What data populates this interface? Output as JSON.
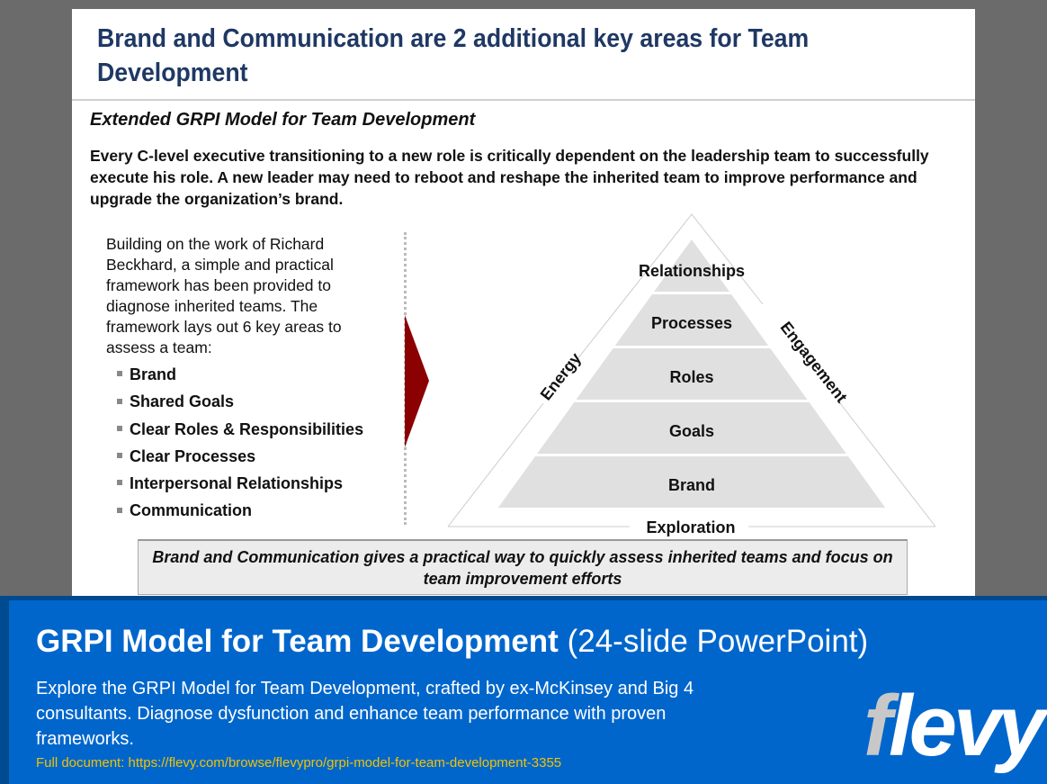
{
  "slide": {
    "title": "Brand and Communication are 2 additional key areas for Team Development",
    "subtitle": "Extended GRPI Model for Team Development",
    "intro": "Every C-level executive transitioning to a new role is critically dependent on the leadership team to successfully execute his role.  A new leader may need to reboot and reshape the inherited team to improve performance and upgrade the organization’s brand.",
    "body": "Building on the work of Richard Beckhard, a simple and practical framework has been provided to diagnose inherited teams. The framework lays out 6 key areas to assess a team:",
    "bullets": [
      "Brand",
      "Shared Goals",
      "Clear Roles & Responsibilities",
      "Clear Processes",
      "Interpersonal Relationships",
      "Communication"
    ],
    "pyramid": {
      "levels": [
        "Relationships",
        "Processes",
        "Roles",
        "Goals",
        "Brand"
      ],
      "left_side": "Energy",
      "right_side": "Engagement",
      "base": "Exploration"
    },
    "callout": "Brand and Communication gives a practical way to quickly assess inherited teams and focus on team improvement efforts",
    "arrow_color": "#8b0000"
  },
  "banner": {
    "title_bold": "GRPI Model for Team Development",
    "title_light": "(24-slide PowerPoint)",
    "description": "Explore the GRPI Model for Team Development, crafted by ex-McKinsey and Big 4 consultants. Diagnose dysfunction and enhance team performance with proven frameworks.",
    "link": "Full document: https://flevy.com/browse/flevypro/grpi-model-for-team-development-3355",
    "logo": "flevy",
    "color": "#0066cc"
  }
}
